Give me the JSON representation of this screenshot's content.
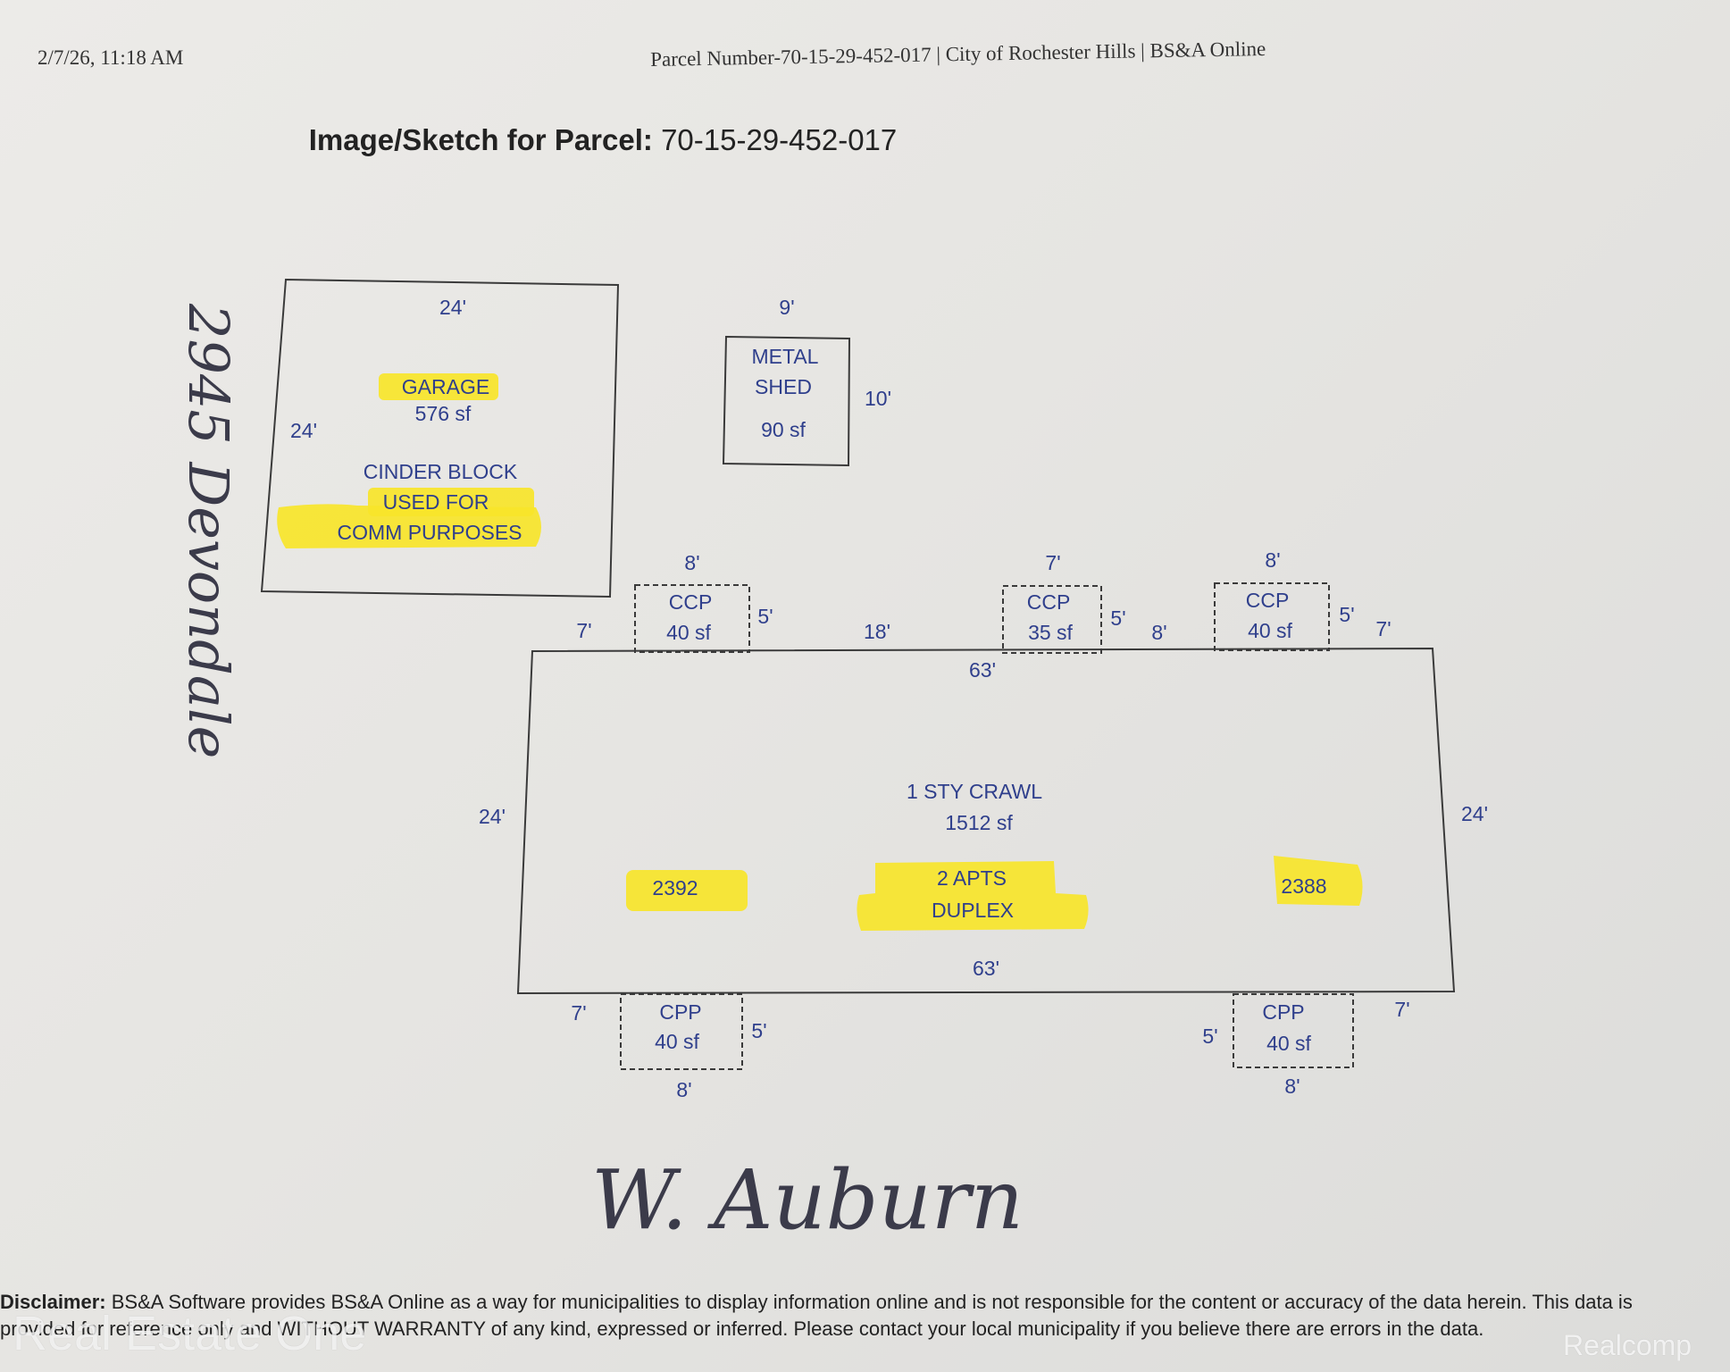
{
  "header": {
    "timestamp": "2/7/26, 11:18 AM",
    "source": "Parcel Number-70-15-29-452-017 | City of Rochester Hills | BS&A Online"
  },
  "title": {
    "label": "Image/Sketch for Parcel:",
    "parcel": "70-15-29-452-017"
  },
  "garage": {
    "name": "GARAGE",
    "area": "576 sf",
    "note1": "CINDER BLOCK",
    "note2": "USED FOR",
    "note3": "COMM PURPOSES",
    "dim_top": "24'",
    "dim_side": "24'"
  },
  "shed": {
    "line1": "METAL",
    "line2": "SHED",
    "area": "90 sf",
    "dim_top": "9'",
    "dim_side": "10'"
  },
  "house": {
    "name": "1 STY CRAWL",
    "area": "1512 sf",
    "unit_left": "2392",
    "unit_center1": "2 APTS",
    "unit_center2": "DUPLEX",
    "unit_right": "2388",
    "dim_top": "63'",
    "dim_bottom": "63'",
    "dim_left": "24'",
    "dim_right": "24'"
  },
  "porches_front": [
    {
      "type": "CCP",
      "area": "40 sf",
      "width": "8'",
      "depth": "5'"
    },
    {
      "type": "CCP",
      "area": "35 sf",
      "width": "7'",
      "depth": "5'"
    },
    {
      "type": "CCP",
      "area": "40 sf",
      "width": "8'",
      "depth": "5'"
    }
  ],
  "porch_offsets_front": [
    "7'",
    "18'",
    "8'",
    "7'"
  ],
  "porches_back": [
    {
      "type": "CPP",
      "area": "40 sf",
      "width": "8'",
      "depth": "5'",
      "offset": "7'"
    },
    {
      "type": "CPP",
      "area": "40 sf",
      "width": "8'",
      "depth": "5'",
      "offset": "7'"
    }
  ],
  "handwritten": {
    "address": "2945 Devondale",
    "street": "W. Auburn"
  },
  "disclaimer": {
    "label": "Disclaimer:",
    "line1": " BS&A Software provides BS&A Online as a way for municipalities to display information online and is not responsible for the content or accuracy of the data herein. This data is",
    "line2": "provided for reference only and WITHOUT WARRANTY of any kind, expressed or inferred. Please contact your local municipality if you believe there are errors in the data."
  },
  "watermarks": {
    "left": "Real Estate One",
    "right": "Realcomp"
  },
  "colors": {
    "sketch_text": "#2f3f8c",
    "highlight": "#f7e52a",
    "line": "#3a3a3a",
    "handwriting": "#3b3b4a"
  }
}
